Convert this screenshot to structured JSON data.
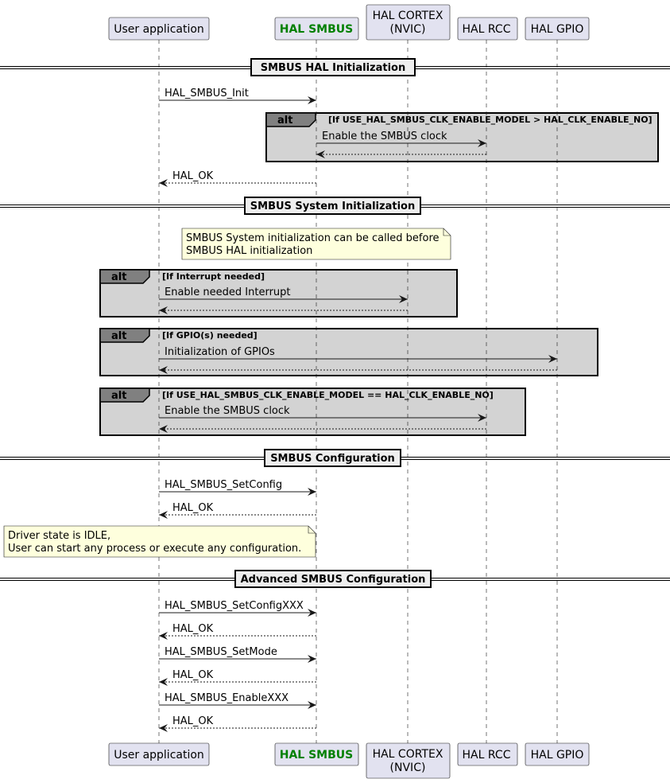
{
  "participants": [
    {
      "id": "user",
      "label": "User application",
      "highlight": false
    },
    {
      "id": "smbus",
      "label": "HAL SMBUS",
      "highlight": true
    },
    {
      "id": "cortex",
      "label": "HAL CORTEX\n(NVIC)",
      "highlight": false
    },
    {
      "id": "rcc",
      "label": "HAL RCC",
      "highlight": false
    },
    {
      "id": "gpio",
      "label": "HAL GPIO",
      "highlight": false
    }
  ],
  "colors": {
    "participant_fill": "#E2E2F0",
    "participant_border": "#181818",
    "highlight_text": "#008000",
    "alt_fill": "#D3D3D3",
    "alt_tab": "#808080",
    "note_fill": "#FEFFDD",
    "divider_fill": "#EEEEEE"
  },
  "sections": [
    {
      "title": "SMBUS HAL Initialization"
    },
    {
      "title": "SMBUS System Initialization"
    },
    {
      "title": "SMBUS Configuration"
    },
    {
      "title": "Advanced SMBUS Configuration"
    }
  ],
  "alt_keyword": "alt",
  "alts": [
    {
      "condition": "[If USE_HAL_SMBUS_CLK_ENABLE_MODEL > HAL_CLK_ENABLE_NO]"
    },
    {
      "condition": "[If Interrupt needed]"
    },
    {
      "condition": "[If GPIO(s) needed]"
    },
    {
      "condition": "[If USE_HAL_SMBUS_CLK_ENABLE_MODEL == HAL_CLK_ENABLE_NO]"
    }
  ],
  "notes": [
    {
      "lines": [
        "SMBUS System initialization can be called before",
        "SMBUS HAL initialization"
      ]
    },
    {
      "lines": [
        "Driver state is IDLE,",
        "User can start any process or execute any configuration."
      ]
    }
  ],
  "messages": [
    {
      "label": "HAL_SMBUS_Init",
      "from": "user",
      "to": "smbus",
      "style": "solid"
    },
    {
      "label": "Enable the SMBUS clock",
      "from": "smbus",
      "to": "rcc",
      "style": "solid"
    },
    {
      "label": "",
      "from": "rcc",
      "to": "smbus",
      "style": "dashed"
    },
    {
      "label": "HAL_OK",
      "from": "smbus",
      "to": "user",
      "style": "dashed"
    },
    {
      "label": "Enable needed Interrupt",
      "from": "user",
      "to": "cortex",
      "style": "solid"
    },
    {
      "label": "",
      "from": "cortex",
      "to": "user",
      "style": "dashed"
    },
    {
      "label": "Initialization of GPIOs",
      "from": "user",
      "to": "gpio",
      "style": "solid"
    },
    {
      "label": "",
      "from": "gpio",
      "to": "user",
      "style": "dashed"
    },
    {
      "label": "Enable the SMBUS clock",
      "from": "user",
      "to": "rcc",
      "style": "solid"
    },
    {
      "label": "",
      "from": "rcc",
      "to": "user",
      "style": "dashed"
    },
    {
      "label": "HAL_SMBUS_SetConfig",
      "from": "user",
      "to": "smbus",
      "style": "solid"
    },
    {
      "label": "HAL_OK",
      "from": "smbus",
      "to": "user",
      "style": "dashed"
    },
    {
      "label": "HAL_SMBUS_SetConfigXXX",
      "from": "user",
      "to": "smbus",
      "style": "solid"
    },
    {
      "label": "HAL_OK",
      "from": "smbus",
      "to": "user",
      "style": "dashed"
    },
    {
      "label": "HAL_SMBUS_SetMode",
      "from": "user",
      "to": "smbus",
      "style": "solid"
    },
    {
      "label": "HAL_OK",
      "from": "smbus",
      "to": "user",
      "style": "dashed"
    },
    {
      "label": "HAL_SMBUS_EnableXXX",
      "from": "user",
      "to": "smbus",
      "style": "solid"
    },
    {
      "label": "HAL_OK",
      "from": "smbus",
      "to": "user",
      "style": "dashed"
    }
  ]
}
